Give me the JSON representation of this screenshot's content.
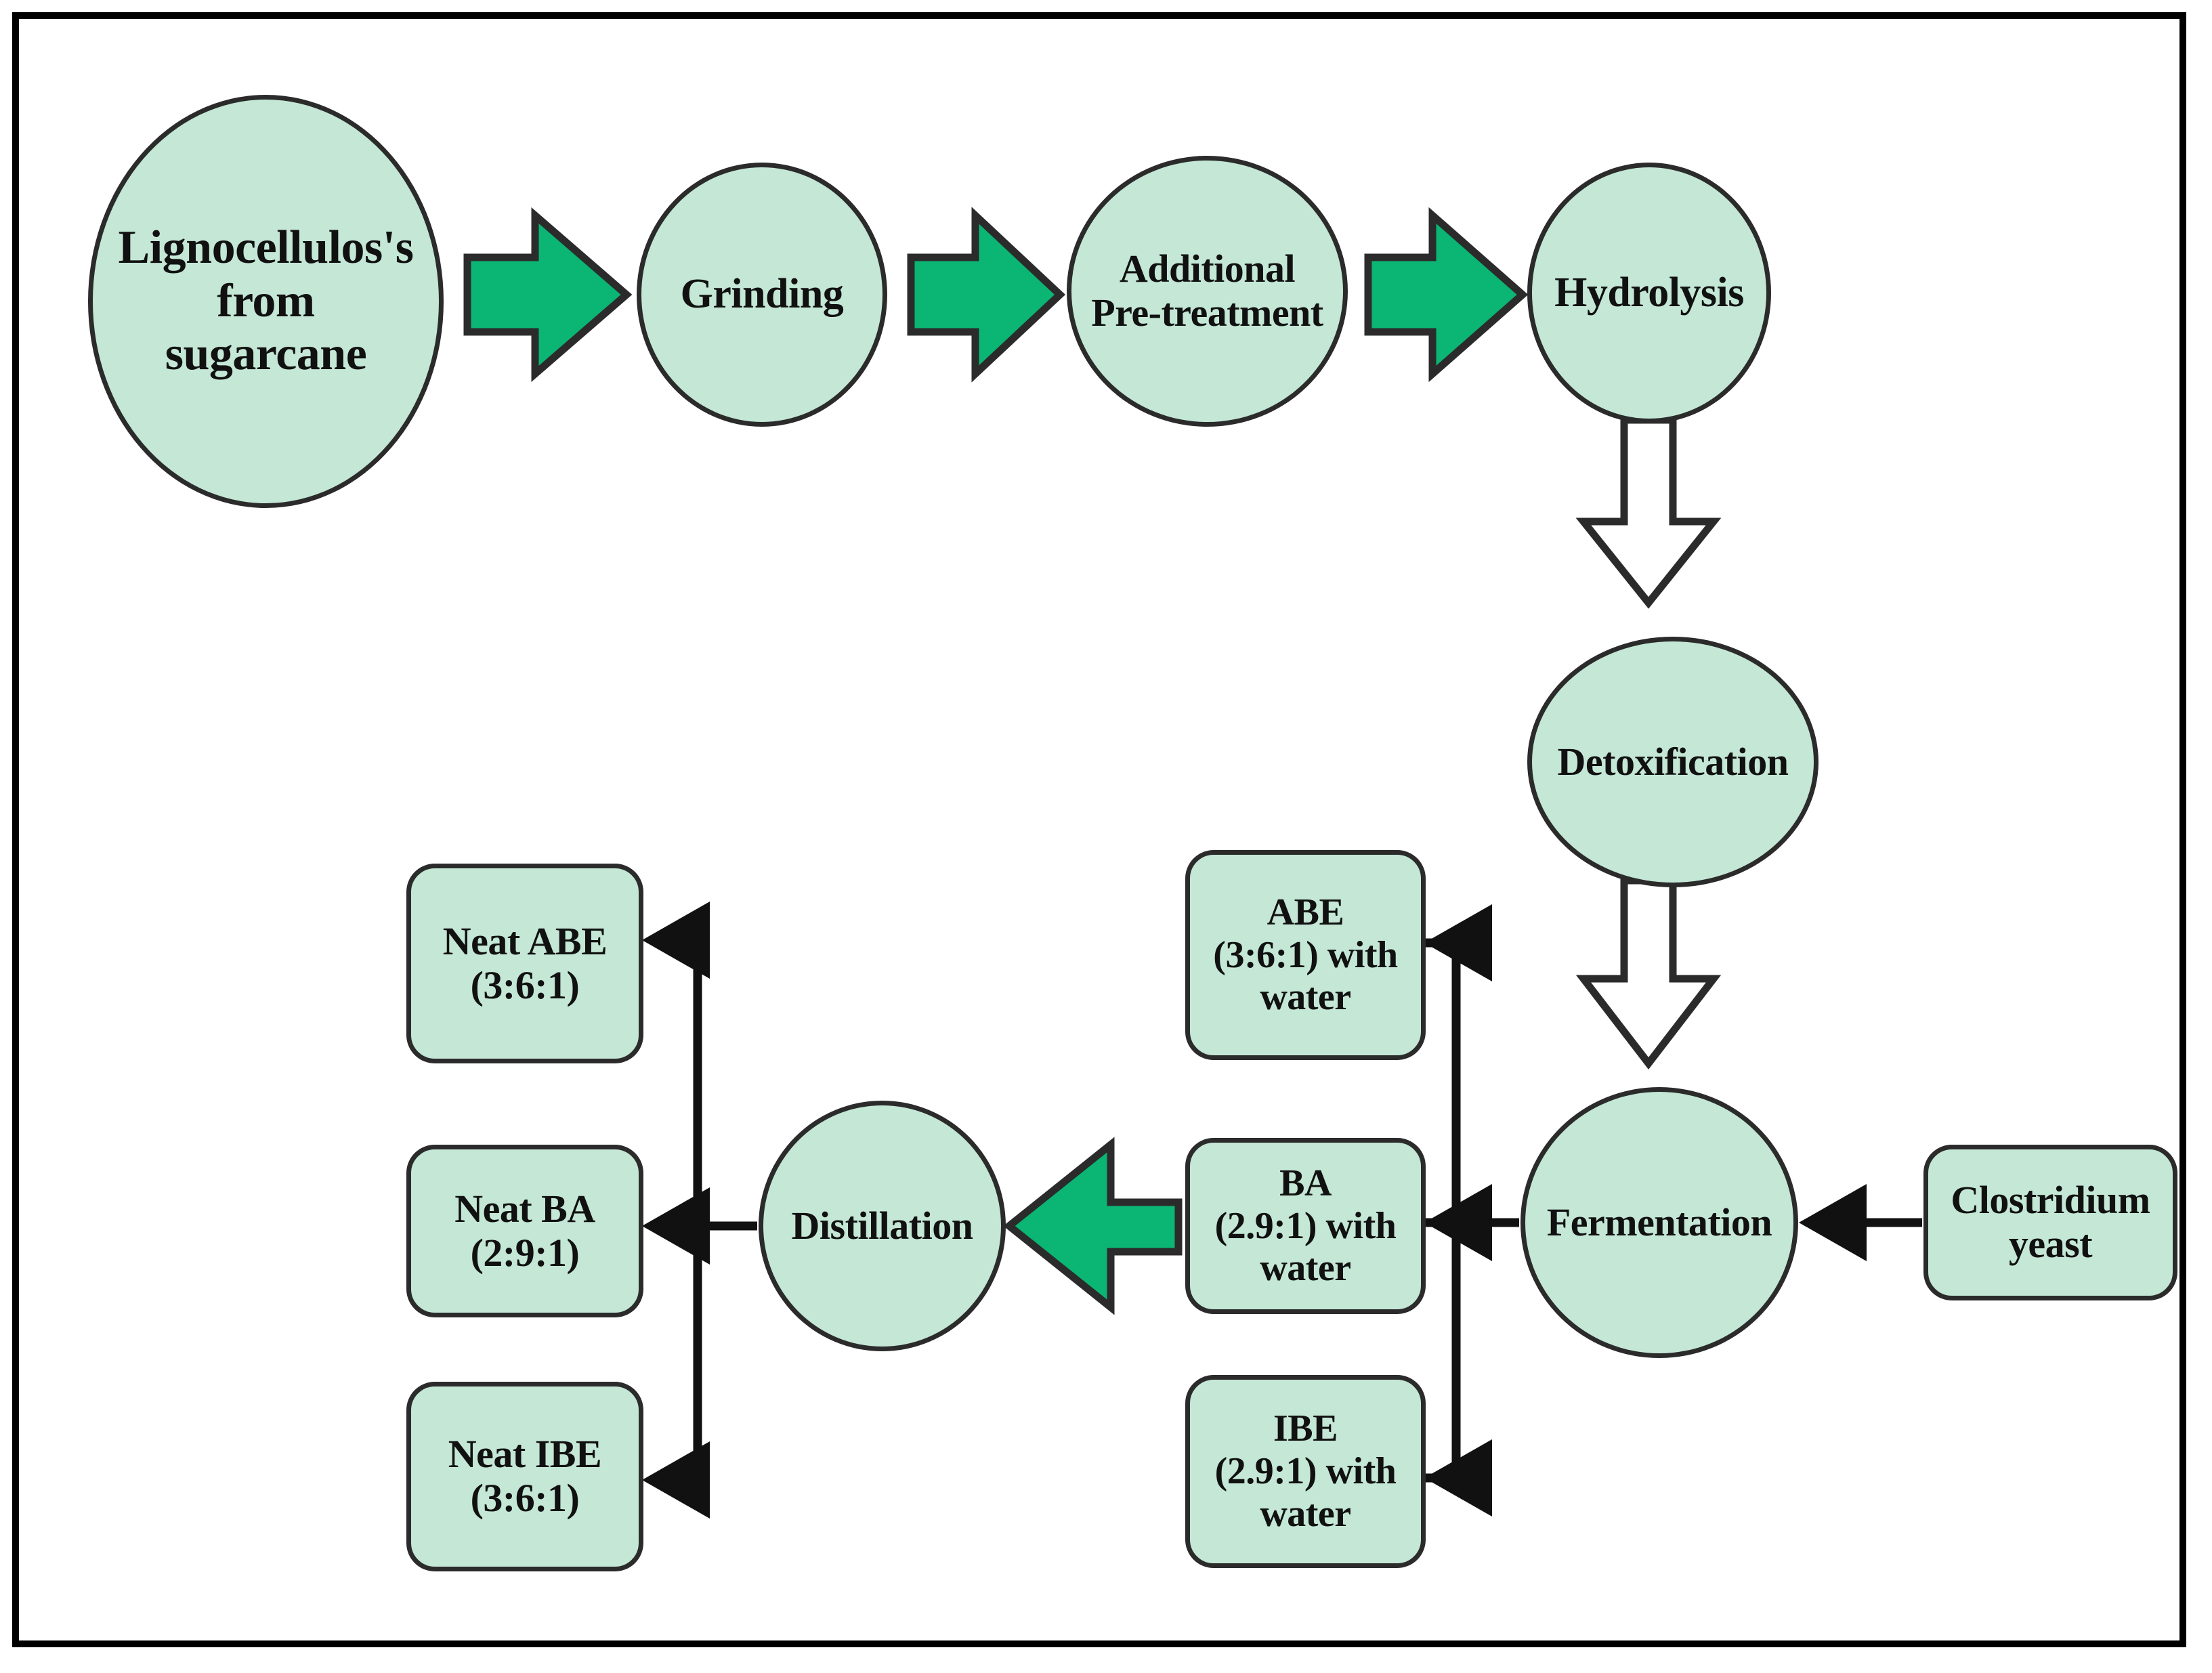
{
  "diagram": {
    "title": "Lignocellulosic sugarcane to ABE / BA / IBE biofuel process flow",
    "colors": {
      "node_fill": "#c4e7d6",
      "node_stroke": "#2b2b2b",
      "green_arrow_fill": "#0bb573",
      "green_arrow_stroke": "#2b2b2b",
      "white_arrow_fill": "#ffffff",
      "white_arrow_stroke": "#2b2b2b",
      "line_color": "#111111",
      "frame_color": "#000000",
      "background": "#ffffff"
    },
    "nodes": {
      "lignocellulose": {
        "label": "Lignocellulos's\nfrom\nsugarcane",
        "shape": "ellipse"
      },
      "grinding": {
        "label": "Grinding",
        "shape": "ellipse"
      },
      "pretreatment": {
        "label": "Additional\nPre-treatment",
        "shape": "ellipse"
      },
      "hydrolysis": {
        "label": "Hydrolysis",
        "shape": "ellipse"
      },
      "detoxification": {
        "label": "Detoxification",
        "shape": "ellipse"
      },
      "fermentation": {
        "label": "Fermentation",
        "shape": "ellipse"
      },
      "distillation": {
        "label": "Distillation",
        "shape": "ellipse"
      },
      "clostridium": {
        "label": "Clostridium\nyeast",
        "shape": "rounded-rect"
      },
      "abe_water": {
        "label": "ABE\n(3:6:1) with\nwater",
        "shape": "rounded-rect"
      },
      "ba_water": {
        "label": "BA\n(2.9:1) with\nwater",
        "shape": "rounded-rect"
      },
      "ibe_water": {
        "label": "IBE\n(2.9:1) with\nwater",
        "shape": "rounded-rect"
      },
      "neat_abe": {
        "label": "Neat ABE\n(3:6:1)",
        "shape": "rounded-rect"
      },
      "neat_ba": {
        "label": "Neat BA\n(2:9:1)",
        "shape": "rounded-rect"
      },
      "neat_ibe": {
        "label": "Neat IBE\n(3:6:1)",
        "shape": "rounded-rect"
      }
    },
    "edges": [
      {
        "from": "lignocellulose",
        "to": "grinding",
        "style": "green-block-arrow",
        "direction": "right"
      },
      {
        "from": "grinding",
        "to": "pretreatment",
        "style": "green-block-arrow",
        "direction": "right"
      },
      {
        "from": "pretreatment",
        "to": "hydrolysis",
        "style": "green-block-arrow",
        "direction": "right"
      },
      {
        "from": "hydrolysis",
        "to": "detoxification",
        "style": "white-block-arrow",
        "direction": "down"
      },
      {
        "from": "detoxification",
        "to": "fermentation",
        "style": "white-block-arrow",
        "direction": "down"
      },
      {
        "from": "clostridium",
        "to": "fermentation",
        "style": "thin-line-arrow",
        "direction": "left"
      },
      {
        "from": "fermentation",
        "to": "abe_water",
        "style": "thin-line-arrow",
        "direction": "left"
      },
      {
        "from": "fermentation",
        "to": "ba_water",
        "style": "thin-line-arrow",
        "direction": "left"
      },
      {
        "from": "fermentation",
        "to": "ibe_water",
        "style": "thin-line-arrow",
        "direction": "left"
      },
      {
        "from": "ba_water",
        "to": "distillation",
        "style": "green-block-arrow",
        "direction": "left"
      },
      {
        "from": "distillation",
        "to": "neat_abe",
        "style": "thin-line-arrow",
        "direction": "left"
      },
      {
        "from": "distillation",
        "to": "neat_ba",
        "style": "thin-line-arrow",
        "direction": "left"
      },
      {
        "from": "distillation",
        "to": "neat_ibe",
        "style": "thin-line-arrow",
        "direction": "left"
      }
    ]
  }
}
